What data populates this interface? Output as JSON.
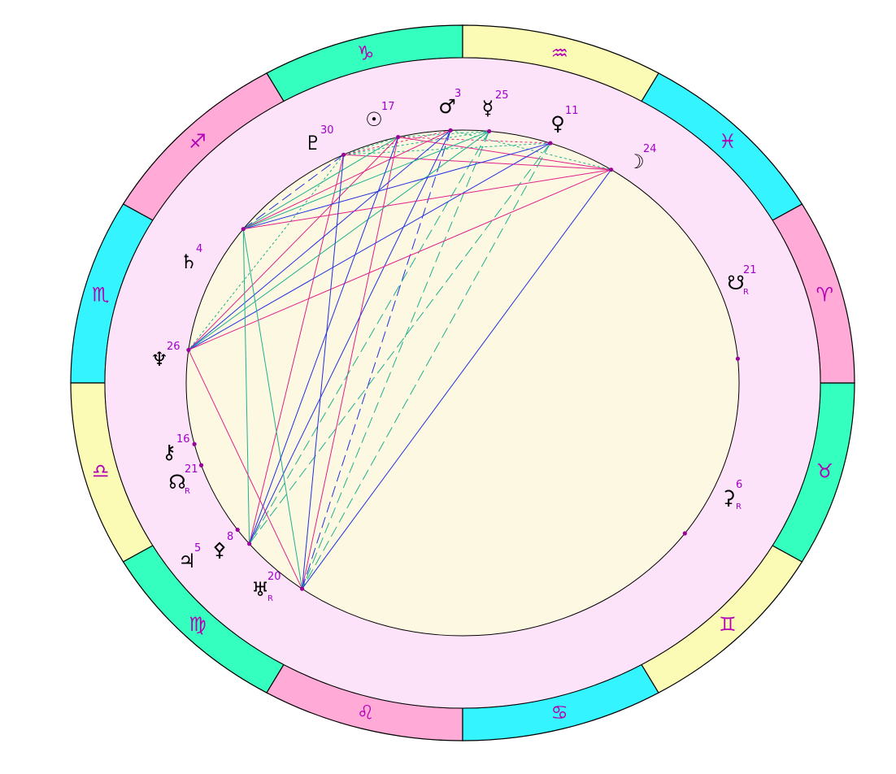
{
  "colors": {
    "fire": "#ffaad7",
    "earth": "#34ffbe",
    "air": "#fbfbb6",
    "water": "#34f5ff",
    "zodiac_band_bg": "#fde3f9",
    "aspect_area": "#fcf8e1",
    "sign_glyph": "#b400b4",
    "planet_point": "#9b009b",
    "degree_label": "#a000c8",
    "outline": "#000000",
    "aspect_pink": "#e0208a",
    "aspect_blue": "#2030e0",
    "aspect_green": "#20b090"
  },
  "signs": [
    {
      "name": "Capricorn",
      "glyph": "♑",
      "element": "earth"
    },
    {
      "name": "Sagittarius",
      "glyph": "♐",
      "element": "fire"
    },
    {
      "name": "Scorpio",
      "glyph": "♏",
      "element": "water"
    },
    {
      "name": "Libra",
      "glyph": "♎",
      "element": "air"
    },
    {
      "name": "Virgo",
      "glyph": "♍",
      "element": "earth"
    },
    {
      "name": "Leo",
      "glyph": "♌",
      "element": "fire"
    },
    {
      "name": "Cancer",
      "glyph": "♋",
      "element": "water"
    },
    {
      "name": "Gemini",
      "glyph": "♊",
      "element": "air"
    },
    {
      "name": "Taurus",
      "glyph": "♉",
      "element": "earth"
    },
    {
      "name": "Aries",
      "glyph": "♈",
      "element": "fire"
    },
    {
      "name": "Pisces",
      "glyph": "♓",
      "element": "water"
    },
    {
      "name": "Aquarius",
      "glyph": "♒",
      "element": "air"
    }
  ],
  "planets": [
    {
      "id": "pluto",
      "glyph": "♇",
      "degree": "30",
      "retrograde": false
    },
    {
      "id": "sun",
      "glyph": "☉",
      "degree": "17",
      "retrograde": false
    },
    {
      "id": "mars",
      "glyph": "♂",
      "degree": "3",
      "retrograde": false
    },
    {
      "id": "mercury",
      "glyph": "☿",
      "degree": "25",
      "retrograde": false
    },
    {
      "id": "venus",
      "glyph": "♀",
      "degree": "11",
      "retrograde": false
    },
    {
      "id": "moon",
      "glyph": "☽",
      "degree": "24",
      "retrograde": false
    },
    {
      "id": "south-node",
      "glyph": "☋",
      "degree": "21",
      "retrograde": true
    },
    {
      "id": "ceres",
      "glyph": "⚳",
      "degree": "6",
      "retrograde": true
    },
    {
      "id": "saturn",
      "glyph": "♄",
      "degree": "4",
      "retrograde": false
    },
    {
      "id": "neptune",
      "glyph": "♆",
      "degree": "26",
      "retrograde": false
    },
    {
      "id": "chiron",
      "glyph": "⚷",
      "degree": "16",
      "retrograde": false
    },
    {
      "id": "north-node",
      "glyph": "☊",
      "degree": "21",
      "retrograde": true
    },
    {
      "id": "pallas",
      "glyph": "⚴",
      "degree": "8",
      "retrograde": false
    },
    {
      "id": "jupiter",
      "glyph": "♃",
      "degree": "5",
      "retrograde": false
    },
    {
      "id": "uranus",
      "glyph": "♅",
      "degree": "20",
      "retrograde": true
    }
  ],
  "retrograde_mark": "R",
  "aspects": [
    {
      "from": "pluto",
      "to": "moon",
      "type": "pink",
      "style": "solid"
    },
    {
      "from": "pluto",
      "to": "sun",
      "type": "green",
      "style": "dotted"
    },
    {
      "from": "pluto",
      "to": "mercury",
      "type": "green",
      "style": "dotted"
    },
    {
      "from": "pluto",
      "to": "venus",
      "type": "green",
      "style": "dotted"
    },
    {
      "from": "pluto",
      "to": "mars",
      "type": "pink",
      "style": "dotted"
    },
    {
      "from": "pluto",
      "to": "saturn",
      "type": "blue",
      "style": "dashed"
    },
    {
      "from": "pluto",
      "to": "pallas",
      "type": "pink",
      "style": "solid"
    },
    {
      "from": "pluto",
      "to": "neptune",
      "type": "green",
      "style": "dotted"
    },
    {
      "from": "sun",
      "to": "moon",
      "type": "pink",
      "style": "solid"
    },
    {
      "from": "sun",
      "to": "mercury",
      "type": "green",
      "style": "dotted"
    },
    {
      "from": "sun",
      "to": "venus",
      "type": "pink",
      "style": "dotted"
    },
    {
      "from": "sun",
      "to": "saturn",
      "type": "green",
      "style": "solid"
    },
    {
      "from": "sun",
      "to": "neptune",
      "type": "pink",
      "style": "solid"
    },
    {
      "from": "sun",
      "to": "uranus",
      "type": "pink",
      "style": "solid"
    },
    {
      "from": "mars",
      "to": "saturn",
      "type": "pink",
      "style": "solid"
    },
    {
      "from": "mars",
      "to": "neptune",
      "type": "blue",
      "style": "solid"
    },
    {
      "from": "mars",
      "to": "pallas",
      "type": "blue",
      "style": "solid"
    },
    {
      "from": "mars",
      "to": "uranus",
      "type": "blue",
      "style": "dashed"
    },
    {
      "from": "mars",
      "to": "moon",
      "type": "green",
      "style": "dotted"
    },
    {
      "from": "mercury",
      "to": "saturn",
      "type": "green",
      "style": "solid"
    },
    {
      "from": "mercury",
      "to": "neptune",
      "type": "green",
      "style": "solid"
    },
    {
      "from": "mercury",
      "to": "uranus",
      "type": "green",
      "style": "dashed"
    },
    {
      "from": "mercury",
      "to": "pallas",
      "type": "green",
      "style": "dashed"
    },
    {
      "from": "venus",
      "to": "neptune",
      "type": "blue",
      "style": "solid"
    },
    {
      "from": "venus",
      "to": "uranus",
      "type": "green",
      "style": "dashed"
    },
    {
      "from": "venus",
      "to": "pallas",
      "type": "green",
      "style": "dashed"
    },
    {
      "from": "venus",
      "to": "saturn",
      "type": "blue",
      "style": "solid"
    },
    {
      "from": "moon",
      "to": "neptune",
      "type": "pink",
      "style": "solid"
    },
    {
      "from": "moon",
      "to": "uranus",
      "type": "blue",
      "style": "solid"
    },
    {
      "from": "moon",
      "to": "saturn",
      "type": "pink",
      "style": "solid"
    },
    {
      "from": "saturn",
      "to": "pallas",
      "type": "green",
      "style": "solid"
    },
    {
      "from": "saturn",
      "to": "uranus",
      "type": "green",
      "style": "solid"
    },
    {
      "from": "neptune",
      "to": "uranus",
      "type": "pink",
      "style": "solid"
    },
    {
      "from": "pluto",
      "to": "uranus",
      "type": "blue",
      "style": "solid"
    },
    {
      "from": "sun",
      "to": "pallas",
      "type": "blue",
      "style": "solid"
    }
  ]
}
